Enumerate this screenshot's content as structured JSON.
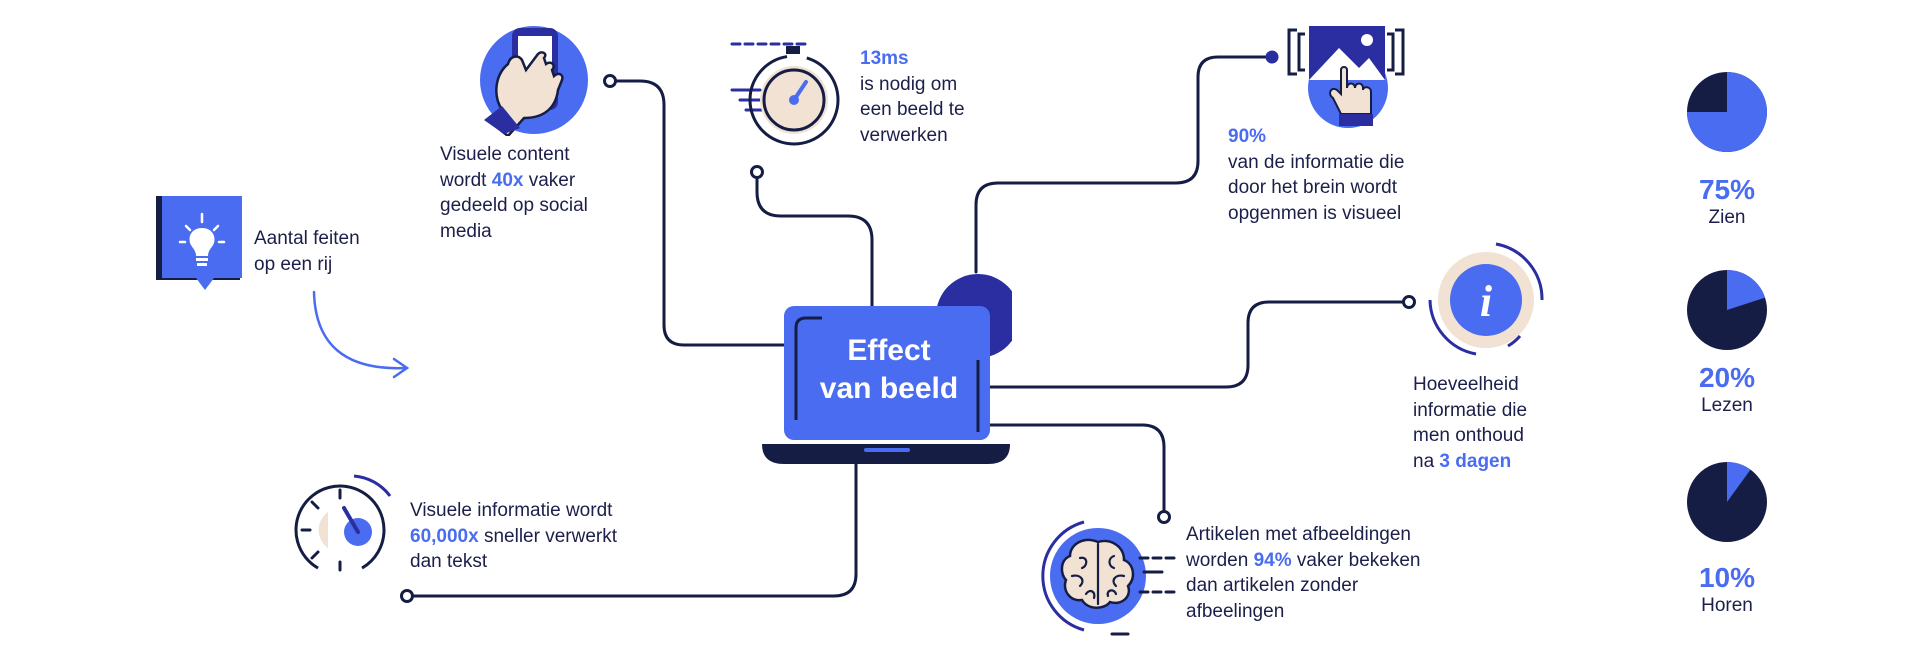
{
  "center": {
    "line1": "Effect",
    "line2": "van beeld"
  },
  "facts": {
    "intro": {
      "line1": "Aantal feiten",
      "line2": "op een rij"
    },
    "social": {
      "line1": "Visuele content",
      "pre": "wordt ",
      "highlight": "40x",
      "post": " vaker",
      "line3": "gedeeld op social",
      "line4": "media"
    },
    "speed": {
      "highlight": "13ms",
      "line2": "is nodig om",
      "line3": "een beeld te",
      "line4": "verwerken"
    },
    "brain_visual": {
      "highlight": "90%",
      "line2": "van de informatie die",
      "line3": "door het brein wordt",
      "line4": "opgenmen is visueel"
    },
    "memory": {
      "line1": "Hoeveelheid",
      "line2": "informatie die",
      "line3": "men onthoud",
      "pre": "na ",
      "highlight": "3 dagen"
    },
    "articles": {
      "line1": "Artikelen met afbeeldingen",
      "pre": "worden ",
      "highlight": "94%",
      "post": " vaker bekeken",
      "line3": "dan artikelen zonder",
      "line4": "afbeelingen"
    },
    "faster": {
      "line1": "Visuele informatie wordt",
      "highlight": "60,000x",
      "post": " sneller verwerkt",
      "line3": "dan tekst"
    }
  },
  "stats": [
    {
      "value": "75%",
      "label": "Zien",
      "fraction": 0.75
    },
    {
      "value": "20%",
      "label": "Lezen",
      "fraction": 0.2
    },
    {
      "value": "10%",
      "label": "Horen",
      "fraction": 0.1
    }
  ],
  "colors": {
    "accent": "#4a6cf0",
    "dark": "#151d45",
    "deep": "#2b2ea0",
    "beige": "#f1e2d3"
  },
  "icons": [
    "lightbulb-icon",
    "phone-icon",
    "stopwatch-icon",
    "image-touch-icon",
    "info-icon",
    "brain-icon",
    "speedometer-icon",
    "laptop-icon",
    "pie-chart-icon"
  ]
}
